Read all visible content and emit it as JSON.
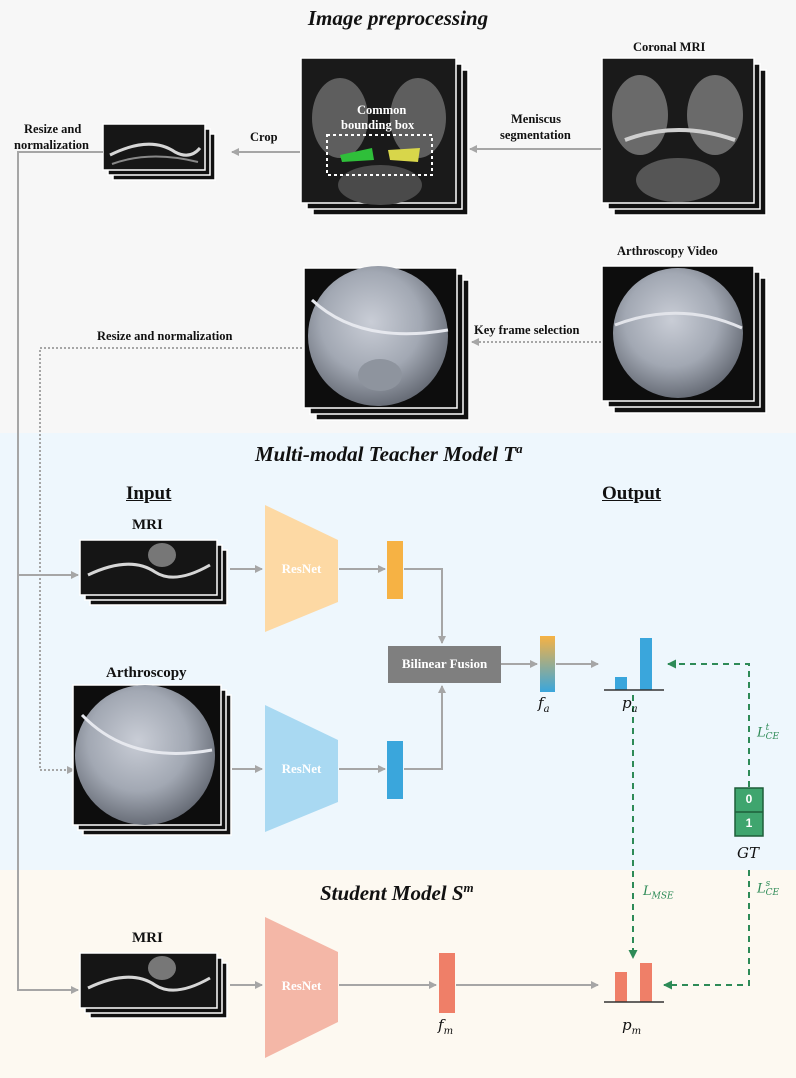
{
  "sections": {
    "preprocessing_title": "Image preprocessing",
    "teacher_title": "Multi-modal Teacher Model T",
    "teacher_sup": "a",
    "student_title": "Student Model S",
    "student_sup": "m"
  },
  "labels": {
    "coronal_mri": "Coronal MRI",
    "meniscus_seg_1": "Meniscus",
    "meniscus_seg_2": "segmentation",
    "common_bbox_1": "Common",
    "common_bbox_2": "bounding box",
    "crop": "Crop",
    "resize_norm_1": "Resize and",
    "resize_norm_2": "normalization",
    "arthroscopy_video": "Arthroscopy Video",
    "key_frame": "Key frame selection",
    "resize_norm_line": "Resize and normalization",
    "input": "Input",
    "output": "Output",
    "mri": "MRI",
    "arthroscopy": "Arthroscopy",
    "student_mri": "MRI",
    "resnet": "ResNet",
    "bilinear_fusion": "Bilinear Fusion",
    "gt_0": "0",
    "gt_1": "1"
  },
  "math": {
    "f_a": "f",
    "f_a_sub": "a",
    "p_a": "p",
    "p_a_sub": "a",
    "f_m": "f",
    "f_m_sub": "m",
    "p_m": "p",
    "p_m_sub": "m",
    "gt": "GT",
    "l_ce_t": "L",
    "l_ce_t_sup": "t",
    "l_ce_t_sub": "CE",
    "l_ce_s": "L",
    "l_ce_s_sup": "s",
    "l_ce_s_sub": "CE",
    "l_mse": "L",
    "l_mse_sub": "MSE"
  },
  "colors": {
    "teacher_bg": "#eef7fd",
    "student_bg": "#fdf9f1",
    "resnet_orange": "#fdd9a4",
    "resnet_blue": "#a9d9f2",
    "resnet_salmon": "#f4b7a7",
    "feat_orange": "#f6b244",
    "feat_blue": "#3aa6dc",
    "feat_salmon": "#ef7f68",
    "fusion_gray": "#7f7f7f",
    "loss_green": "#2e8b57",
    "gt_green": "#3fa56e"
  }
}
